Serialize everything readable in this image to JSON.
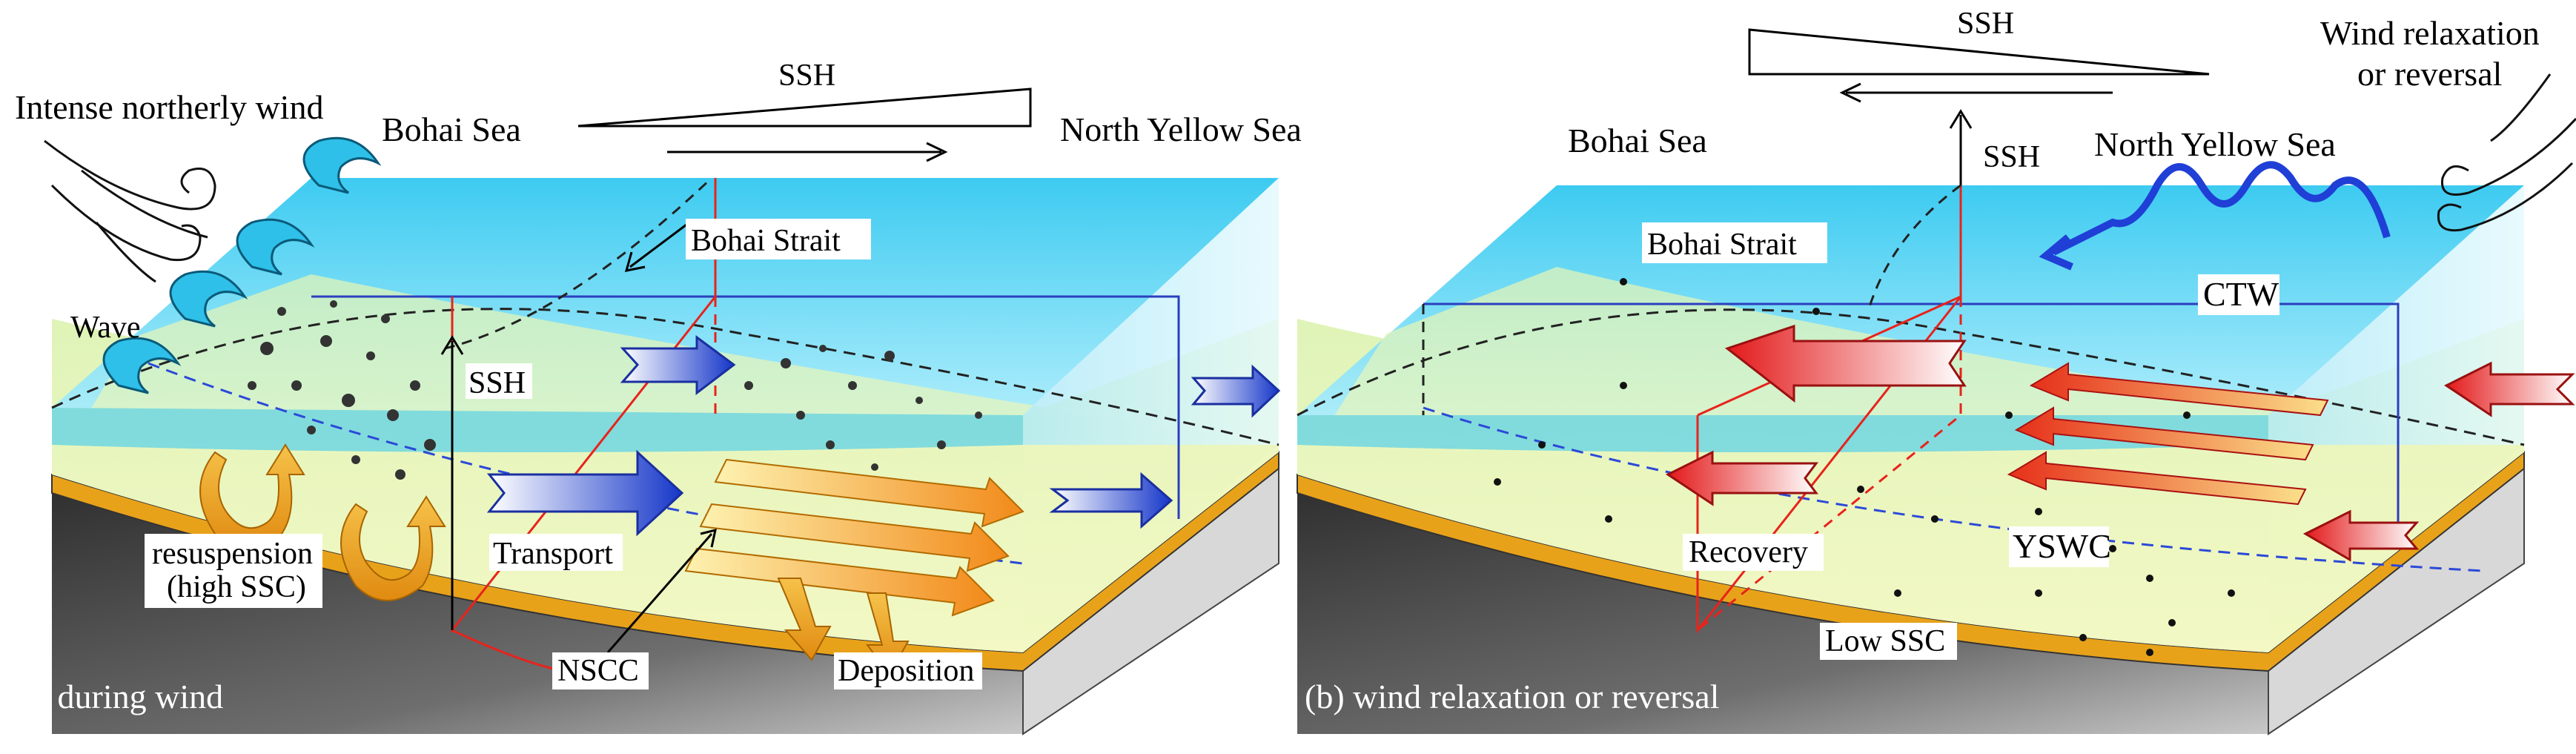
{
  "panel_a": {
    "caption": "(a) during wind",
    "wind_label": "Intense northerly wind",
    "bohai_sea": "Bohai Sea",
    "north_yellow_sea": "North Yellow Sea",
    "ssh_top": "SSH",
    "bohai_strait": "Bohai Strait",
    "wave": "Wave",
    "ssh_axis": "SSH",
    "resuspension_line1": "resuspension",
    "resuspension_line2": "(high SSC)",
    "transport": "Transport",
    "nscc": "NSCC",
    "deposition": "Deposition"
  },
  "panel_b": {
    "caption": "(b) wind relaxation or reversal",
    "wind_label_line1": "Wind relaxation",
    "wind_label_line2": "or reversal",
    "bohai_sea": "Bohai Sea",
    "north_yellow_sea": "North Yellow Sea",
    "ssh_top": "SSH",
    "ssh_axis": "SSH",
    "bohai_strait": "Bohai Strait",
    "ctw": "CTW",
    "recovery": "Recovery",
    "yswc": "YSWC",
    "low_ssc": "Low SSC"
  },
  "colors": {
    "water_top": "#21c0ee",
    "water_face": "#6ad8f3",
    "seabed": "#e9f7b4",
    "sediment_layer": "#e8a21a",
    "base_dark": "#4a4a4a",
    "red_arrow": "#e8231b",
    "blue_arrow": "#1f3fd6",
    "orange_arrow": "#f2a01a"
  },
  "icons": [
    "wind-swirl-icon",
    "wave-icon",
    "sediment-particle-icon",
    "block-arrow-icon",
    "curved-arrow-icon",
    "ctw-wave-icon"
  ]
}
